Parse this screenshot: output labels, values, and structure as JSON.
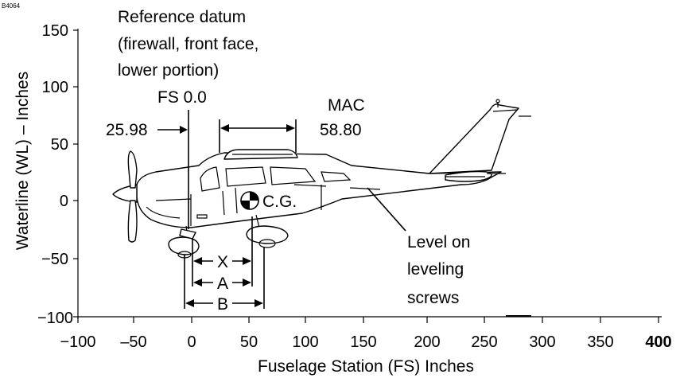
{
  "figure_code": "B4064",
  "y_axis": {
    "title": "Waterline (WL) – Inches",
    "ticks": [
      "150",
      "100",
      "50",
      "0",
      "−50",
      "−100"
    ]
  },
  "x_axis": {
    "title": "Fuselage Station (FS) Inches",
    "ticks": [
      "−100",
      "–50",
      "0",
      "50",
      "100",
      "150",
      "200",
      "250",
      "300",
      "350",
      "400"
    ]
  },
  "annotations": {
    "reference_datum": [
      "Reference datum",
      "(firewall, front face,",
      "lower portion)"
    ],
    "fs_zero": "FS 0.0",
    "datum_offset": "25.98",
    "mac_label": "MAC",
    "mac_value": "58.80",
    "cg": "C.G.",
    "level_note": [
      "Level on",
      "leveling",
      "screws"
    ],
    "dim_x": "X",
    "dim_a": "A",
    "dim_b": "B"
  }
}
